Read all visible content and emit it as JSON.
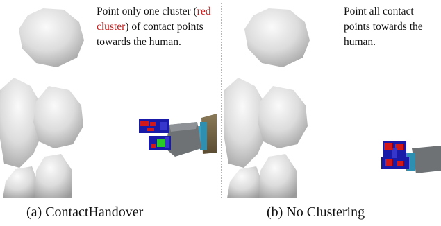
{
  "panel_a": {
    "note": {
      "before": "Point only one cluster (",
      "highlight": "red cluster",
      "after": ") of contact points towards the human."
    },
    "caption": "(a) ContactHandover"
  },
  "panel_b": {
    "note": "Point all contact points towards the human.",
    "caption": "(b) No Clustering"
  },
  "colors": {
    "highlight": "#c41e1e",
    "cluster_red": "#d21818",
    "cluster_green": "#28c828",
    "contact_blue": "#1a1aa8",
    "gripper_gray": "#6e7275",
    "gripper_teal": "#2f8fb0",
    "arm_brown": "#7a6a4a"
  }
}
